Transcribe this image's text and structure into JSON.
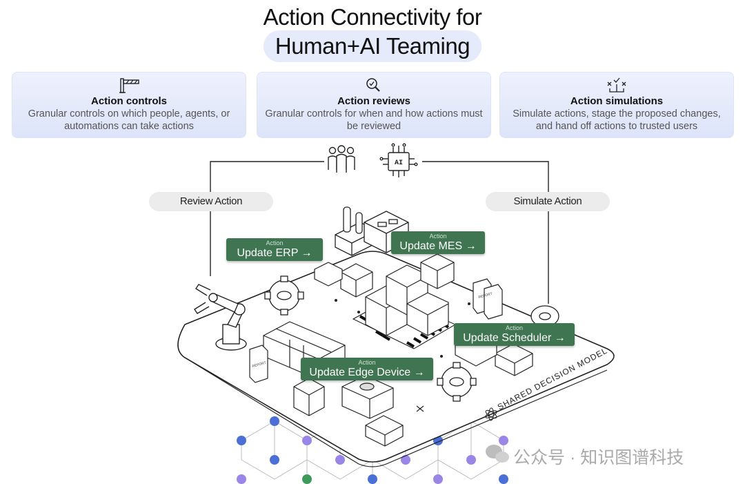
{
  "title": {
    "line1": "Action Connectivity for",
    "line2": "Human+AI Teaming"
  },
  "cards": [
    {
      "title": "Action controls",
      "description": "Granular controls on which people, agents, or automations can take actions",
      "icon": "barrier-gate-icon"
    },
    {
      "title": "Action reviews",
      "description": "Granular controls for when and how actions must be reviewed",
      "icon": "magnifier-check-icon"
    },
    {
      "title": "Action simulations",
      "description": "Simulate actions, stage the proposed changes, and hand off actions to trusted users",
      "icon": "branching-x-check-icon"
    }
  ],
  "flows": {
    "review": "Review Action",
    "simulate": "Simulate Action"
  },
  "actor_icons": {
    "human": "people-group-icon",
    "ai": "ai-chip-icon",
    "ai_chip_text": "AI"
  },
  "action_tags": [
    {
      "kicker": "Action",
      "label": "Update ERP →"
    },
    {
      "kicker": "Action",
      "label": "Update MES →"
    },
    {
      "kicker": "Action",
      "label": "Update Scheduler →"
    },
    {
      "kicker": "Action",
      "label": "Update Edge Device →"
    }
  ],
  "platform": {
    "label": "SHARED DECISION MODEL"
  },
  "report_label": "REPORT",
  "mini_labels": [
    "",
    "",
    "",
    "",
    ""
  ],
  "watermark": {
    "text": "公众号 · 知识图谱科技"
  },
  "colors": {
    "accent_green": "#3f7551",
    "card_bg": "#e3e8fb",
    "pill_bg": "#ececec",
    "node_blue": "#4a6fd6",
    "node_purple": "#9a86e6",
    "node_green": "#3f9a5c"
  }
}
